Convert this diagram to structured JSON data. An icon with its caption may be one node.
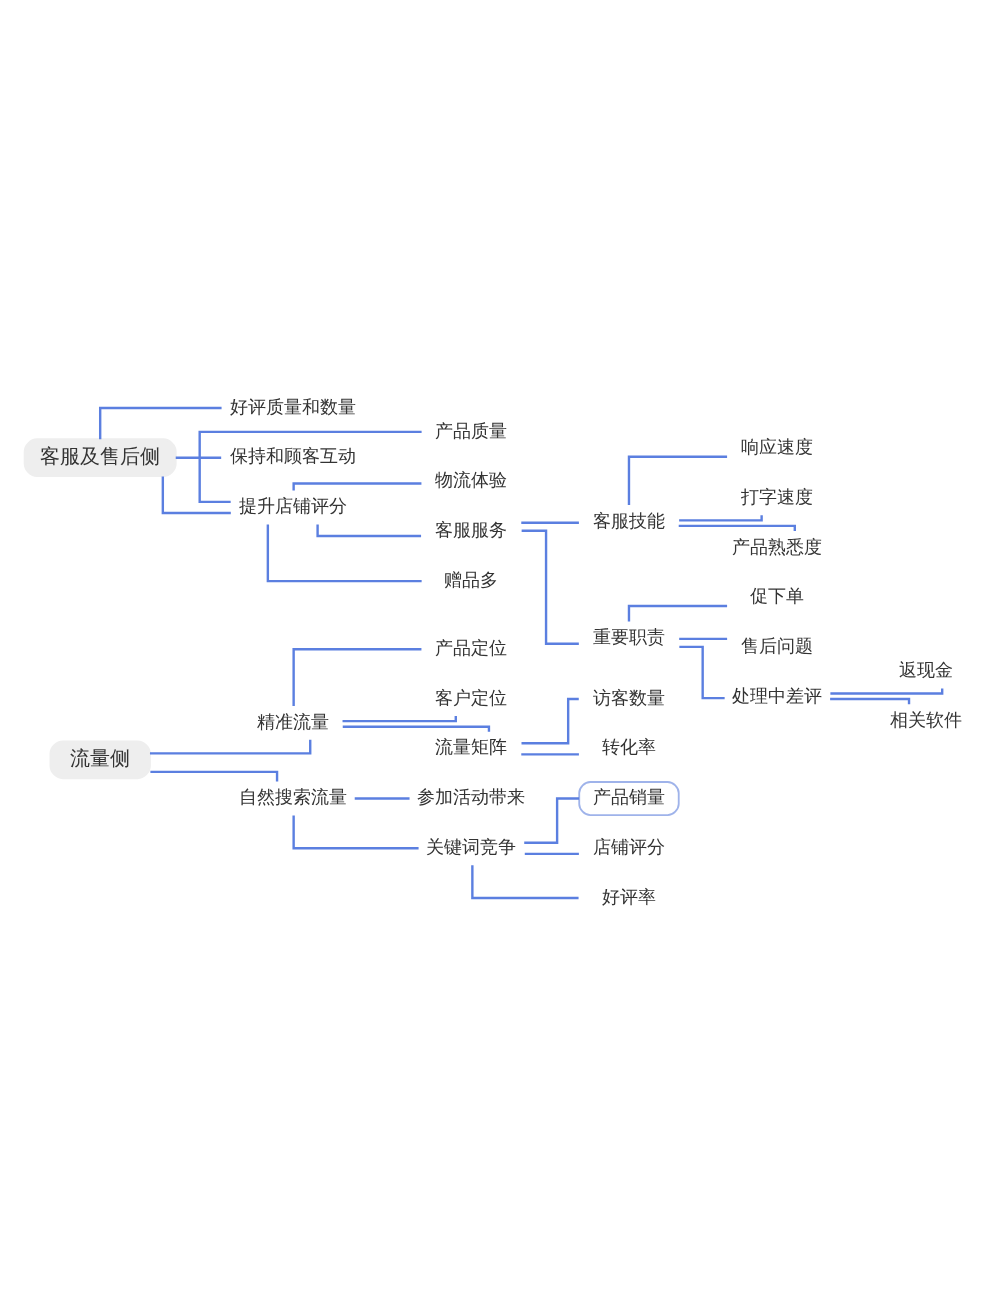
{
  "diagram": {
    "nodes": [
      {
        "text": [
          "流量侧"
        ]
      },
      {
        "text": [
          "精准流量"
        ]
      },
      {
        "text": [
          "产品定位"
        ]
      },
      {
        "text": [
          "客户定位"
        ]
      },
      {
        "text": [
          "流量矩阵"
        ]
      },
      {
        "text": [
          "访客数量"
        ]
      },
      {
        "text": [
          "转化率"
        ]
      },
      {
        "text": [
          "自然搜索流量"
        ]
      },
      {
        "text": [
          "参加活动带来"
        ]
      },
      {
        "text": [
          "关键词竞争"
        ]
      },
      {
        "text": [
          "产品销量"
        ]
      },
      {
        "text": [
          "店铺评分"
        ]
      },
      {
        "text": [
          "好评率"
        ]
      },
      {
        "text": [
          "客服及售后侧"
        ]
      },
      {
        "text": [
          "好评质量和数量"
        ]
      },
      {
        "text": [
          "保持和顾客互动"
        ]
      },
      {
        "text": [
          "提升店铺评分"
        ]
      },
      {
        "text": [
          "产品质量"
        ]
      },
      {
        "text": [
          "物流体验"
        ]
      },
      {
        "text": [
          "客服服务"
        ]
      },
      {
        "text": [
          "客服技能"
        ]
      },
      {
        "text": [
          "响应速度"
        ]
      },
      {
        "text": [
          "打字速度"
        ]
      },
      {
        "text": [
          "产品熟悉度"
        ]
      },
      {
        "text": [
          "重要职责"
        ]
      },
      {
        "text": [
          "促下单"
        ]
      },
      {
        "text": [
          "售后问题"
        ]
      },
      {
        "text": [
          "处理中差评"
        ]
      },
      {
        "text": [
          "返现金"
        ]
      },
      {
        "text": [
          "相关软件"
        ]
      },
      {
        "text": [
          "赠品多"
        ]
      }
    ],
    "edges": [
      {
        "from": 0,
        "to": 1,
        "arrow": "none"
      },
      {
        "from": 1,
        "to": 2,
        "arrow": "none"
      },
      {
        "from": 1,
        "to": 3,
        "arrow": "none"
      },
      {
        "from": 1,
        "to": 4,
        "arrow": "none"
      },
      {
        "from": 4,
        "to": 5,
        "arrow": "none"
      },
      {
        "from": 4,
        "to": 6,
        "arrow": "none"
      },
      {
        "from": 0,
        "to": 7,
        "arrow": "none"
      },
      {
        "from": 7,
        "to": 8,
        "arrow": "none"
      },
      {
        "from": 7,
        "to": 9,
        "arrow": "none"
      },
      {
        "from": 9,
        "to": 10,
        "arrow": "none"
      },
      {
        "from": 9,
        "to": 11,
        "arrow": "none"
      },
      {
        "from": 9,
        "to": 12,
        "arrow": "none"
      },
      {
        "from": 13,
        "to": 14,
        "arrow": "none"
      },
      {
        "from": 13,
        "to": 15,
        "arrow": "none"
      },
      {
        "from": 13,
        "to": 16,
        "arrow": "none"
      },
      {
        "from": 16,
        "to": 17,
        "arrow": "none"
      },
      {
        "from": 16,
        "to": 18,
        "arrow": "none"
      },
      {
        "from": 16,
        "to": 19,
        "arrow": "none"
      },
      {
        "from": 19,
        "to": 20,
        "arrow": "none"
      },
      {
        "from": 20,
        "to": 21,
        "arrow": "none"
      },
      {
        "from": 20,
        "to": 22,
        "arrow": "none"
      },
      {
        "from": 20,
        "to": 23,
        "arrow": "none"
      },
      {
        "from": 19,
        "to": 24,
        "arrow": "none"
      },
      {
        "from": 24,
        "to": 25,
        "arrow": "none"
      },
      {
        "from": 24,
        "to": 26,
        "arrow": "none"
      },
      {
        "from": 24,
        "to": 27,
        "arrow": "none"
      },
      {
        "from": 27,
        "to": 28,
        "arrow": "none"
      },
      {
        "from": 27,
        "to": 29,
        "arrow": "none"
      },
      {
        "from": 16,
        "to": 30,
        "arrow": "none"
      }
    ]
  }
}
